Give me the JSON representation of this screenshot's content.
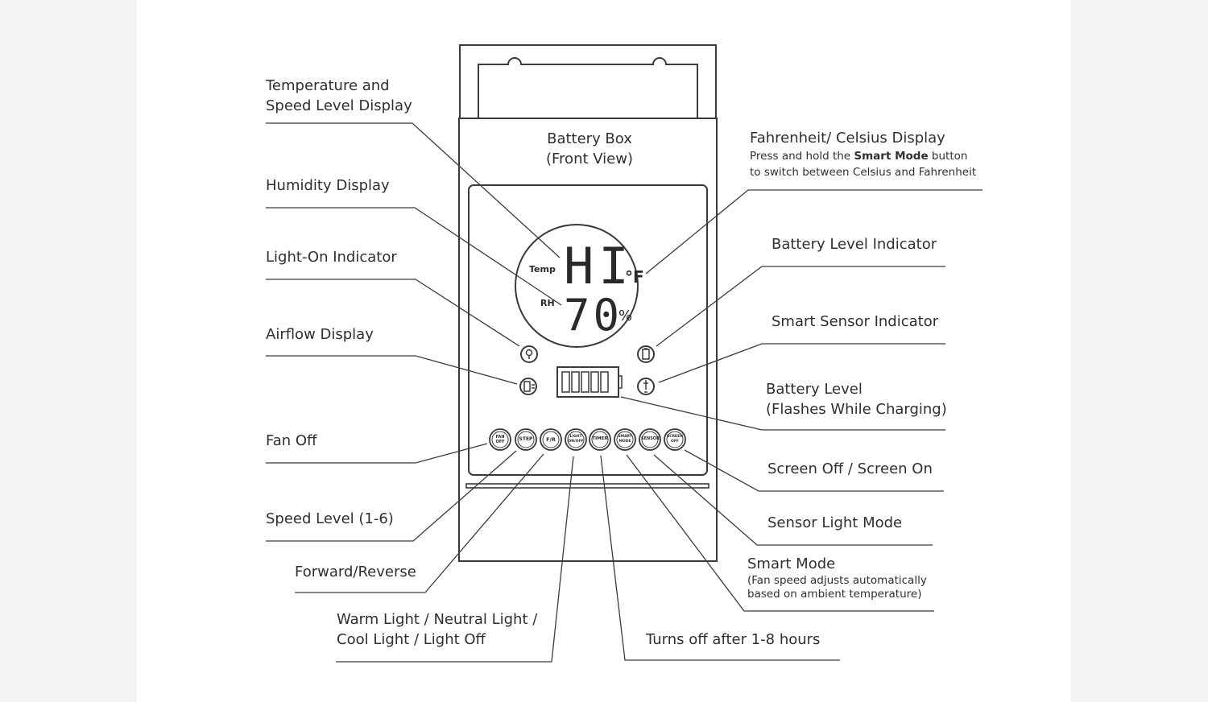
{
  "device": {
    "box_label_1": "Battery Box",
    "box_label_2": "(Front View)",
    "lcd": {
      "temp_tag": "Temp",
      "rh_tag": "RH",
      "temp_value": "HI",
      "temp_unit": "°F",
      "humidity_value": "70",
      "humidity_unit": "%"
    },
    "buttons": [
      {
        "label": "FAN OFF"
      },
      {
        "label": "STEP"
      },
      {
        "label": "F/R"
      },
      {
        "label": "LIGHT ON/OFF"
      },
      {
        "label": "TIMER"
      },
      {
        "label": "SMART MODE"
      },
      {
        "label": "SENSOR"
      },
      {
        "label": "SCREEN OFF"
      }
    ]
  },
  "callouts": {
    "temp_speed_1": "Temperature and",
    "temp_speed_2": "Speed Level Display",
    "humidity": "Humidity Display",
    "light_on": "Light-On Indicator",
    "airflow": "Airflow Display",
    "fan_off": "Fan Off",
    "speed_level": "Speed Level (1-6)",
    "forward_reverse": "Forward/Reverse",
    "warm_light_1": "Warm Light / Neutral Light /",
    "warm_light_2": "Cool Light / Light Off",
    "fahrenheit_title": "Fahrenheit/ Celsius Display",
    "fahrenheit_note_a": "Press and hold the ",
    "fahrenheit_note_bold": "Smart Mode",
    "fahrenheit_note_b": " button",
    "fahrenheit_note_2": "to switch between Celsius and Fahrenheit",
    "battery_indicator": "Battery Level Indicator",
    "smart_sensor": "Smart Sensor Indicator",
    "battery_level_1": "Battery Level",
    "battery_level_2": "(Flashes While Charging)",
    "screen_off": "Screen Off / Screen On",
    "sensor_light": "Sensor Light Mode",
    "smart_mode": "Smart Mode",
    "smart_mode_note_1": "(Fan speed adjusts automatically",
    "smart_mode_note_2": "based on ambient temperature)",
    "timer": "Turns off after 1-8 hours"
  }
}
